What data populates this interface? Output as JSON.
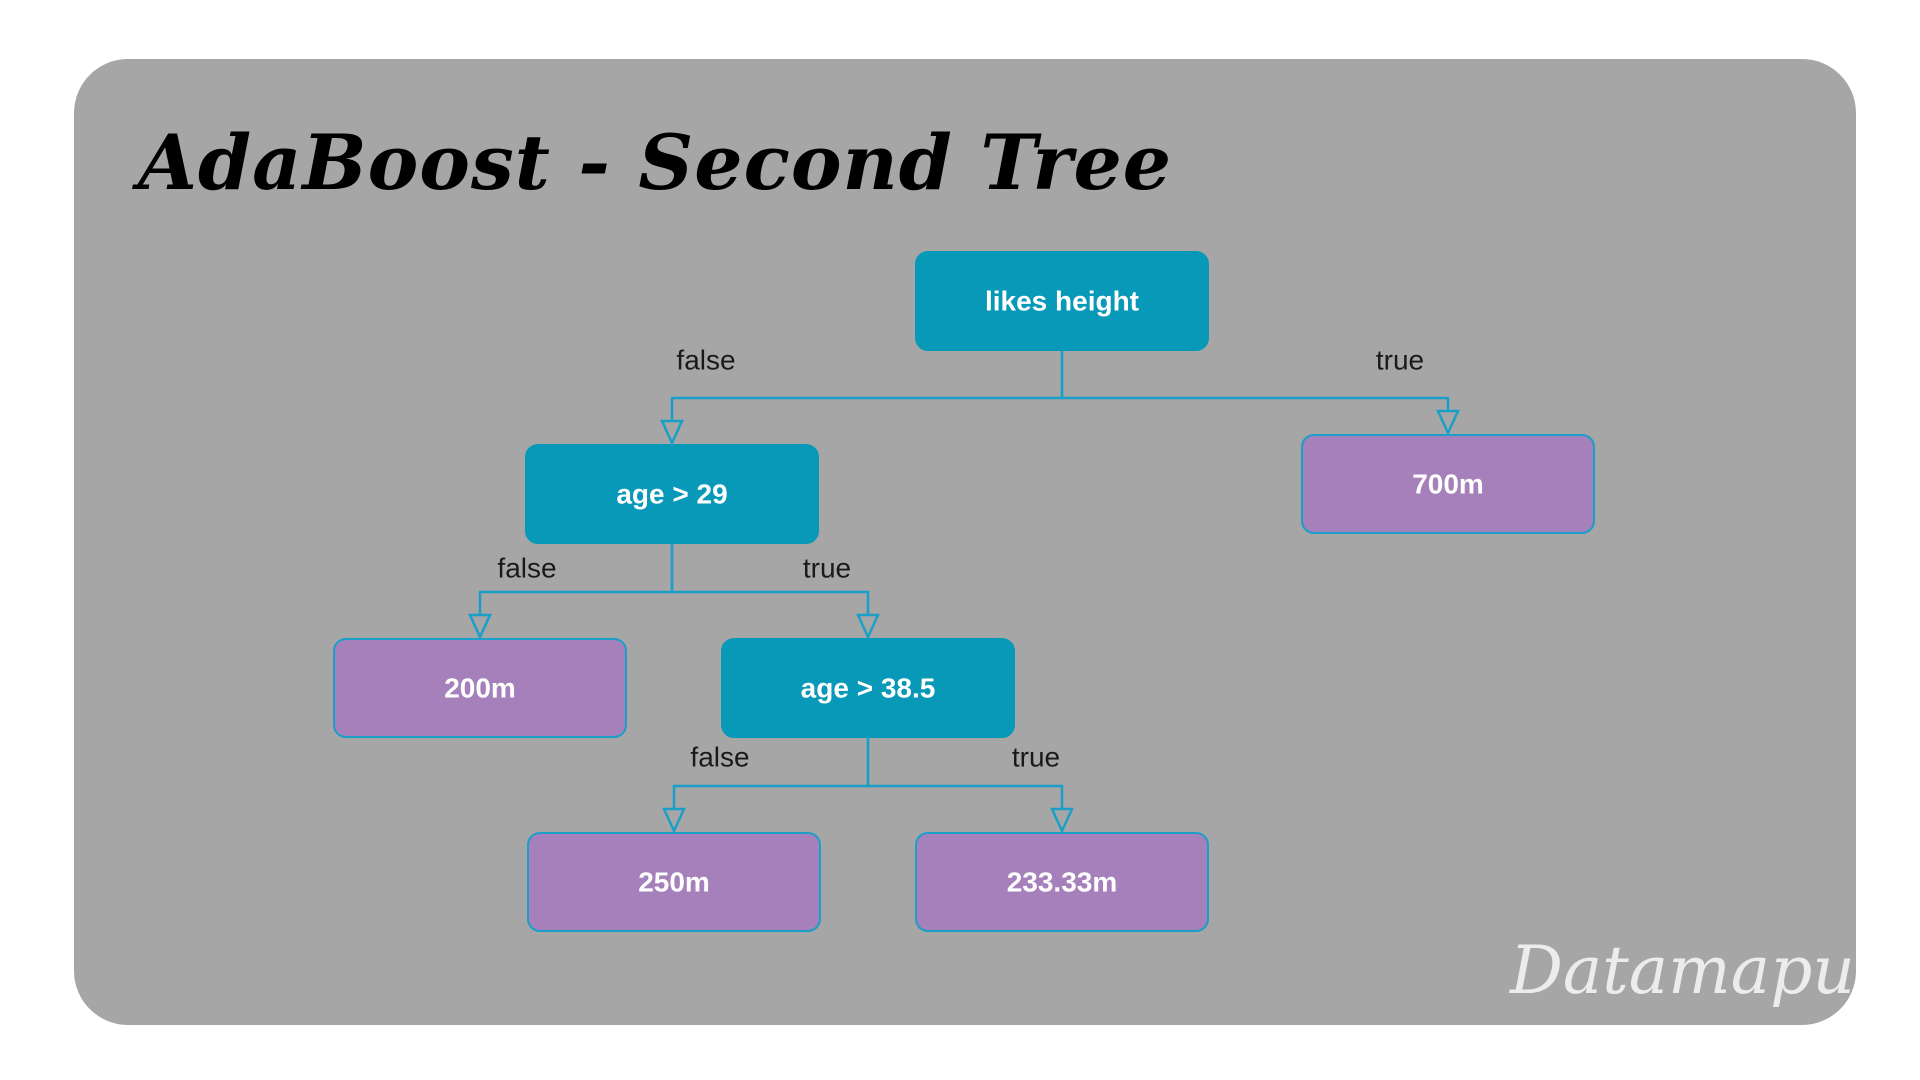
{
  "title": "AdaBoost - Second Tree",
  "watermark": "Datamapu",
  "colors": {
    "card_background": "#a6a6a6",
    "decision_node": "#0899b8",
    "leaf_node": "#a680bb",
    "edge": "#1a9fc9"
  },
  "nodes": [
    {
      "id": "root",
      "kind": "decision",
      "label": "likes height"
    },
    {
      "id": "age29",
      "kind": "decision",
      "label": "age > 29"
    },
    {
      "id": "leaf700",
      "kind": "leaf",
      "label": "700m"
    },
    {
      "id": "leaf200",
      "kind": "leaf",
      "label": "200m"
    },
    {
      "id": "age385",
      "kind": "decision",
      "label": "age > 38.5"
    },
    {
      "id": "leaf250",
      "kind": "leaf",
      "label": "250m"
    },
    {
      "id": "leaf23333",
      "kind": "leaf",
      "label": "233.33m"
    }
  ],
  "edges": [
    {
      "from": "root",
      "to": "age29",
      "label": "false"
    },
    {
      "from": "root",
      "to": "leaf700",
      "label": "true"
    },
    {
      "from": "age29",
      "to": "leaf200",
      "label": "false"
    },
    {
      "from": "age29",
      "to": "age385",
      "label": "true"
    },
    {
      "from": "age385",
      "to": "leaf250",
      "label": "false"
    },
    {
      "from": "age385",
      "to": "leaf23333",
      "label": "true"
    }
  ]
}
